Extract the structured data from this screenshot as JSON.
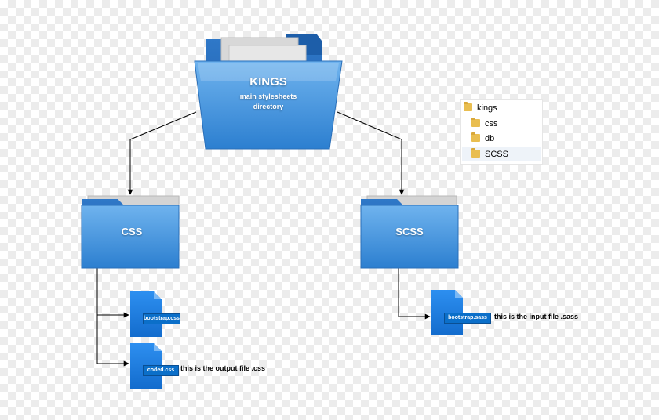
{
  "root_folder": {
    "title": "KINGS",
    "subtitle_line1": "main stylesheets",
    "subtitle_line2": "directory"
  },
  "css_folder": {
    "title": "CSS"
  },
  "scss_folder": {
    "title": "SCSS"
  },
  "files": {
    "bootstrap_css": "bootstrap.css",
    "coded_css": "coded.css",
    "bootstrap_sass": "bootstrap.sass"
  },
  "notes": {
    "output": "this is the output file .css",
    "input": "this is the input file .sass"
  },
  "tree": {
    "items": [
      {
        "label": "kings"
      },
      {
        "label": "css"
      },
      {
        "label": "db"
      },
      {
        "label": "SCSS"
      }
    ]
  },
  "colors": {
    "folder_blue": "#4a9be0",
    "folder_dark": "#2c74c4",
    "file_blue": "#1e7fe0",
    "tree_icon": "#e9be50"
  }
}
